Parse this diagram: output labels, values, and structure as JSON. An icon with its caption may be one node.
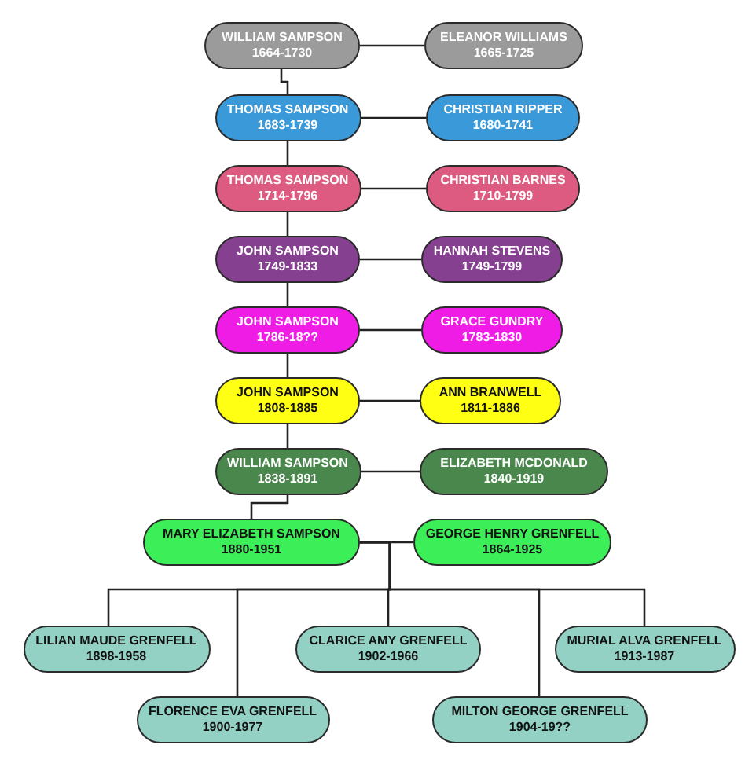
{
  "diagram": {
    "nodes": [
      {
        "text": [
          "WILLIAM SAMPSON",
          "1664-1730"
        ]
      },
      {
        "text": [
          "ELEANOR WILLIAMS",
          "1665-1725"
        ]
      },
      {
        "text": [
          "THOMAS SAMPSON",
          "1683-1739"
        ]
      },
      {
        "text": [
          "CHRISTIAN RIPPER",
          "1680-1741"
        ]
      },
      {
        "text": [
          "THOMAS SAMPSON",
          "1714-1796"
        ]
      },
      {
        "text": [
          "CHRISTIAN BARNES",
          "1710-1799"
        ]
      },
      {
        "text": [
          "JOHN SAMPSON",
          "1749-1833"
        ]
      },
      {
        "text": [
          "HANNAH STEVENS",
          "1749-1799"
        ]
      },
      {
        "text": [
          "JOHN SAMPSON",
          "1786-18??"
        ]
      },
      {
        "text": [
          "GRACE GUNDRY",
          "1783-1830"
        ]
      },
      {
        "text": [
          "JOHN SAMPSON",
          "1808-1885"
        ]
      },
      {
        "text": [
          "ANN BRANWELL",
          "1811-1886"
        ]
      },
      {
        "text": [
          "WILLIAM SAMPSON",
          "1838-1891"
        ]
      },
      {
        "text": [
          "ELIZABETH MCDONALD",
          "1840-1919"
        ]
      },
      {
        "text": [
          "MARY ELIZABETH SAMPSON",
          "1880-1951"
        ]
      },
      {
        "text": [
          "GEORGE HENRY GRENFELL",
          "1864-1925"
        ]
      },
      {
        "text": [
          "LILIAN MAUDE GRENFELL",
          "1898-1958"
        ]
      },
      {
        "text": [
          "FLORENCE EVA GRENFELL",
          "1900-1977"
        ]
      },
      {
        "text": [
          "CLARICE AMY GRENFELL",
          "1902-1966"
        ]
      },
      {
        "text": [
          "MILTON GEORGE GRENFELL",
          "1904-19??"
        ]
      },
      {
        "text": [
          "MURIAL ALVA GRENFELL",
          "1913-1987"
        ]
      }
    ],
    "edges": [
      {
        "from": 0,
        "to": 1,
        "arrow": "none"
      },
      {
        "from": 0,
        "to": 2,
        "arrow": "none"
      },
      {
        "from": 2,
        "to": 3,
        "arrow": "none"
      },
      {
        "from": 2,
        "to": 4,
        "arrow": "none"
      },
      {
        "from": 4,
        "to": 5,
        "arrow": "none"
      },
      {
        "from": 4,
        "to": 6,
        "arrow": "none"
      },
      {
        "from": 6,
        "to": 7,
        "arrow": "none"
      },
      {
        "from": 6,
        "to": 8,
        "arrow": "none"
      },
      {
        "from": 8,
        "to": 9,
        "arrow": "none"
      },
      {
        "from": 8,
        "to": 10,
        "arrow": "none"
      },
      {
        "from": 10,
        "to": 11,
        "arrow": "none"
      },
      {
        "from": 10,
        "to": 12,
        "arrow": "none"
      },
      {
        "from": 12,
        "to": 13,
        "arrow": "none"
      },
      {
        "from": 12,
        "to": 14,
        "arrow": "none"
      },
      {
        "from": 14,
        "to": 15,
        "arrow": "none"
      },
      {
        "from": 14,
        "to": 16,
        "arrow": "none"
      },
      {
        "from": 14,
        "to": 17,
        "arrow": "none"
      },
      {
        "from": 14,
        "to": 18,
        "arrow": "none"
      },
      {
        "from": 14,
        "to": 19,
        "arrow": "none"
      },
      {
        "from": 14,
        "to": 20,
        "arrow": "none"
      }
    ]
  }
}
